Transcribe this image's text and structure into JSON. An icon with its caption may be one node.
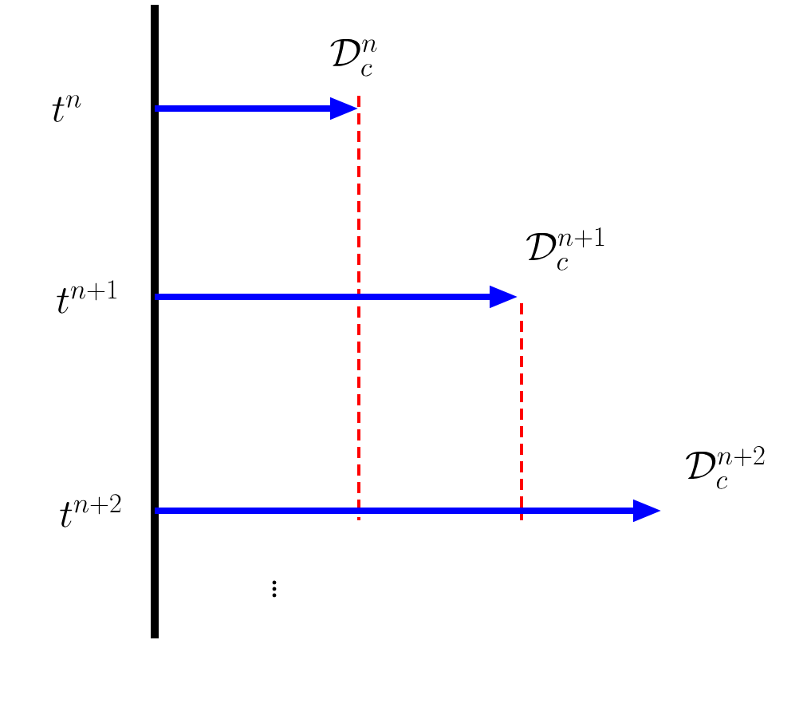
{
  "diagram": {
    "nodes": [
      {
        "text": [
          "t^{n}"
        ]
      },
      {
        "text": [
          "t^{n+1}"
        ]
      },
      {
        "text": [
          "t^{n+2}"
        ]
      },
      {
        "text": [
          "\\mathcal{D}_c^{n}"
        ]
      },
      {
        "text": [
          "\\mathcal{D}_c^{n+1}"
        ]
      },
      {
        "text": [
          "\\mathcal{D}_c^{n+2}"
        ]
      }
    ],
    "edges": [
      {
        "from": 0,
        "to": 3,
        "arrow": "to"
      },
      {
        "from": 1,
        "to": 4,
        "arrow": "to"
      },
      {
        "from": 2,
        "to": 5,
        "arrow": "to"
      }
    ],
    "labels": [
      "\\vdots"
    ]
  }
}
